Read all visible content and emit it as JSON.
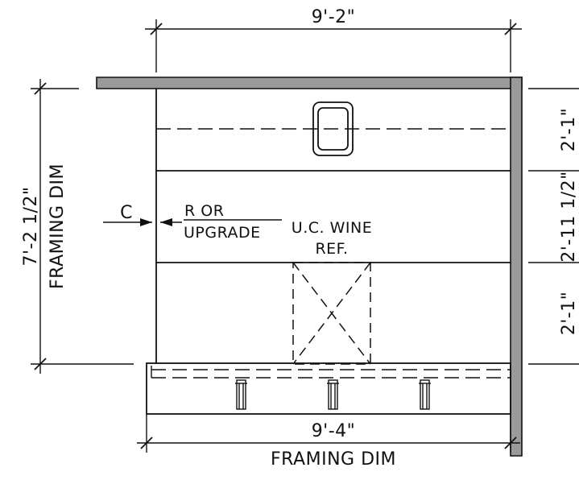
{
  "dimensions": {
    "top_width": "9'-2\"",
    "bottom_width": "9'-4\"",
    "bottom_width_note": "FRAMING DIM",
    "left_height": "7'-2 1/2\"",
    "left_height_note": "FRAMING DIM",
    "right_segment_1": "2'-1\"",
    "right_segment_2": "2'-11 1/2\"",
    "right_segment_3": "2'-1\""
  },
  "annotations": {
    "clearance_mark": "C",
    "option_line_1": "R OR",
    "option_line_2": "UPGRADE",
    "appliance_line_1": "U.C. WINE",
    "appliance_line_2": "REF."
  }
}
